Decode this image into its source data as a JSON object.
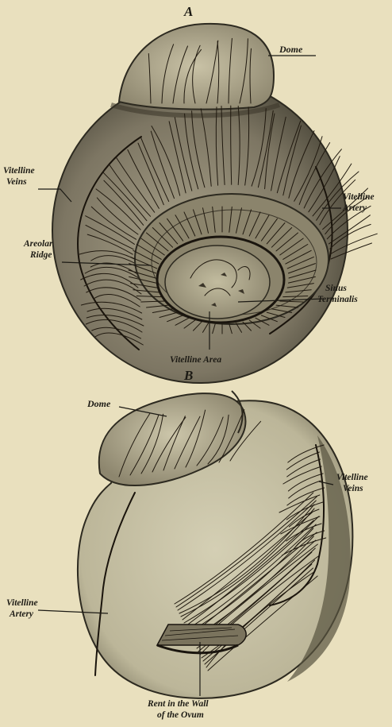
{
  "figure_a": {
    "letter": "A",
    "labels": {
      "dome": "Dome",
      "vitelline_veins": [
        "Vitelline",
        "Veins"
      ],
      "vitelline_artery": [
        "Vitelline",
        "Artery"
      ],
      "areolar_ridge": [
        "Areolar",
        "Ridge"
      ],
      "sinus_terminalis": [
        "Sinus",
        "Terminalis"
      ],
      "vitelline_area": "Vitelline Area"
    }
  },
  "figure_b": {
    "letter": "B",
    "labels": {
      "dome": "Dome",
      "vitelline_veins": [
        "Vitelline",
        "Veins"
      ],
      "vitelline_artery": [
        "Vitelline",
        "Artery"
      ],
      "rent": [
        "Rent in the Wall",
        "of the Ovum"
      ]
    }
  },
  "colors": {
    "background": "#e9e0be",
    "ink": "#1c1a14"
  }
}
